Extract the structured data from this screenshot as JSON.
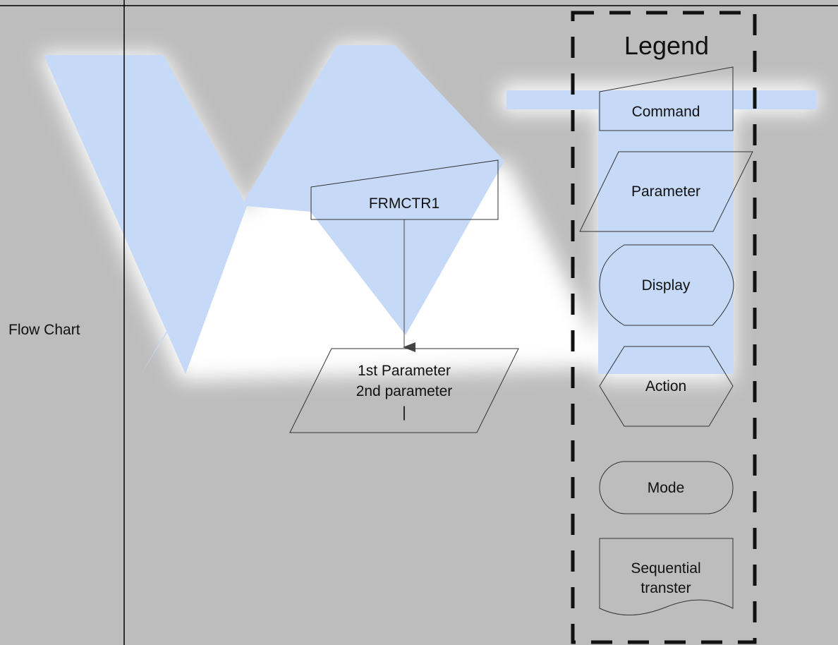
{
  "row_label": "Flow Chart",
  "flowchart": {
    "command": "FRMCTR1",
    "parameters": [
      "1st Parameter",
      "2nd parameter",
      "|"
    ]
  },
  "legend": {
    "title": "Legend",
    "items": {
      "command": "Command",
      "parameter": "Parameter",
      "display": "Display",
      "action": "Action",
      "mode": "Mode",
      "sequential": [
        "Sequential",
        "transter"
      ]
    }
  },
  "colors": {
    "page_background": "#bdbdbd",
    "watermark": "#c6d9f7",
    "outline": "#333333"
  },
  "watermark_mark": "WT logo"
}
